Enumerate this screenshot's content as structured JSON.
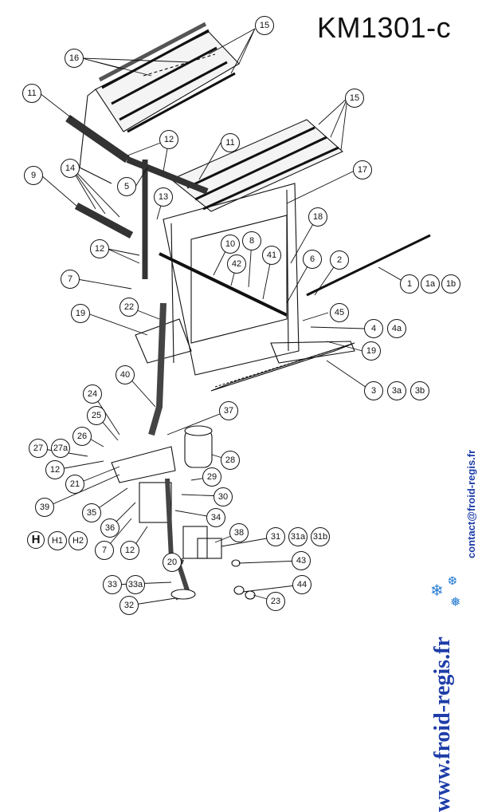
{
  "model": "KM1301-c",
  "callouts": [
    {
      "label": "15"
    },
    {
      "label": "16"
    },
    {
      "label": "11"
    },
    {
      "label": "12"
    },
    {
      "label": "11"
    },
    {
      "label": "15"
    },
    {
      "label": "14"
    },
    {
      "label": "9"
    },
    {
      "label": "5"
    },
    {
      "label": "13"
    },
    {
      "label": "17"
    },
    {
      "label": "18"
    },
    {
      "label": "12"
    },
    {
      "label": "10"
    },
    {
      "label": "8"
    },
    {
      "label": "42"
    },
    {
      "label": "41"
    },
    {
      "label": "6"
    },
    {
      "label": "2"
    },
    {
      "label": "1"
    },
    {
      "label": "1a"
    },
    {
      "label": "1b"
    },
    {
      "label": "7"
    },
    {
      "label": "22"
    },
    {
      "label": "19"
    },
    {
      "label": "45"
    },
    {
      "label": "4"
    },
    {
      "label": "4a"
    },
    {
      "label": "19"
    },
    {
      "label": "40"
    },
    {
      "label": "3"
    },
    {
      "label": "3a"
    },
    {
      "label": "3b"
    },
    {
      "label": "24"
    },
    {
      "label": "25"
    },
    {
      "label": "37"
    },
    {
      "label": "26"
    },
    {
      "label": "27"
    },
    {
      "label": "27a"
    },
    {
      "label": "28"
    },
    {
      "label": "12"
    },
    {
      "label": "29"
    },
    {
      "label": "21"
    },
    {
      "label": "30"
    },
    {
      "label": "39"
    },
    {
      "label": "35"
    },
    {
      "label": "34"
    },
    {
      "label": "36"
    },
    {
      "label": "H"
    },
    {
      "label": "H1"
    },
    {
      "label": "H2"
    },
    {
      "label": "38"
    },
    {
      "label": "31"
    },
    {
      "label": "31a"
    },
    {
      "label": "31b"
    },
    {
      "label": "7"
    },
    {
      "label": "12"
    },
    {
      "label": "20"
    },
    {
      "label": "43"
    },
    {
      "label": "33"
    },
    {
      "label": "33a"
    },
    {
      "label": "44"
    },
    {
      "label": "32"
    },
    {
      "label": "23"
    }
  ],
  "watermark": {
    "site": "www.froid-regis.fr",
    "contact": "contact@froid-regis.fr"
  },
  "colors": {
    "line": "#111111",
    "watermark": "#1e3da8",
    "snowflake": "#2a7fd4"
  }
}
